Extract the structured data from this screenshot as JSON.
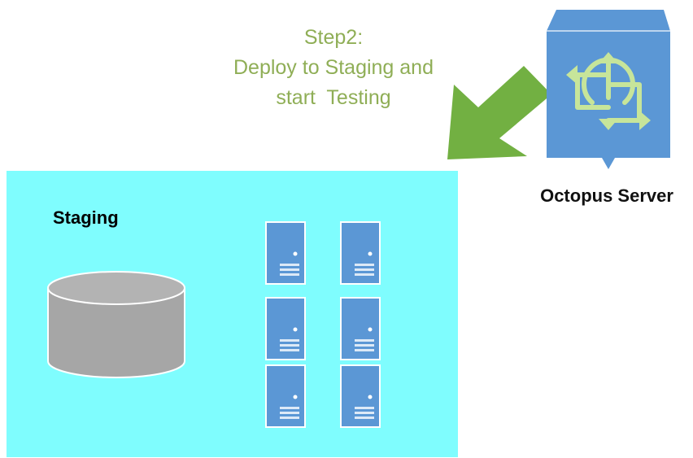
{
  "step": {
    "line1": "Step2:",
    "line2": "Deploy to Staging and",
    "line3": "start  Testing"
  },
  "octopus_server": {
    "label": "Octopus Server",
    "icon": "octopus-server-icon"
  },
  "staging": {
    "title": "Staging",
    "database_icon": "database-icon",
    "server_icon": "server-icon",
    "server_count": 6
  },
  "colors": {
    "step_text": "#8fae56",
    "arrow": "#72b042",
    "staging_bg": "#7ffdfe",
    "server_blue": "#5b97d5",
    "database_gray": "#a6a6a6"
  }
}
